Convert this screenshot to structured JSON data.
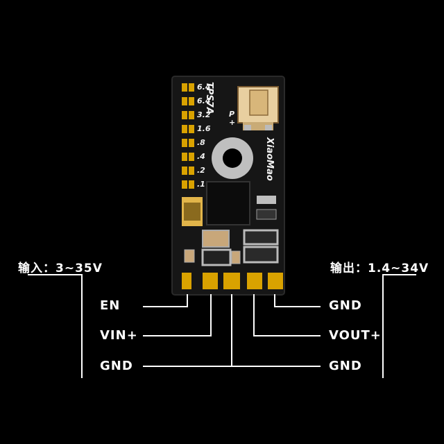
{
  "input_label": "输入：3~35V",
  "output_label": "输出：1.4~34V",
  "pins_left": {
    "en": "EN",
    "vin": "VIN+",
    "gnd": "GND"
  },
  "pins_right": {
    "gnd_top": "GND",
    "vout": "VOUT+",
    "gnd_bottom": "GND"
  },
  "silkscreen": {
    "chip_name": "TPS7A",
    "brand": "XiaoMao",
    "pot_mark_p": "P",
    "pot_mark_plus": "+",
    "voltage_steps": [
      "6.4",
      "6.4",
      "3.2",
      "1.6",
      ".8",
      ".4",
      ".2",
      ".1"
    ]
  },
  "colors": {
    "background": "#000000",
    "pcb": "#141414",
    "pad_gold": "#d9a200",
    "wire": "#ffffff",
    "capacitor": "#c8a77a"
  }
}
